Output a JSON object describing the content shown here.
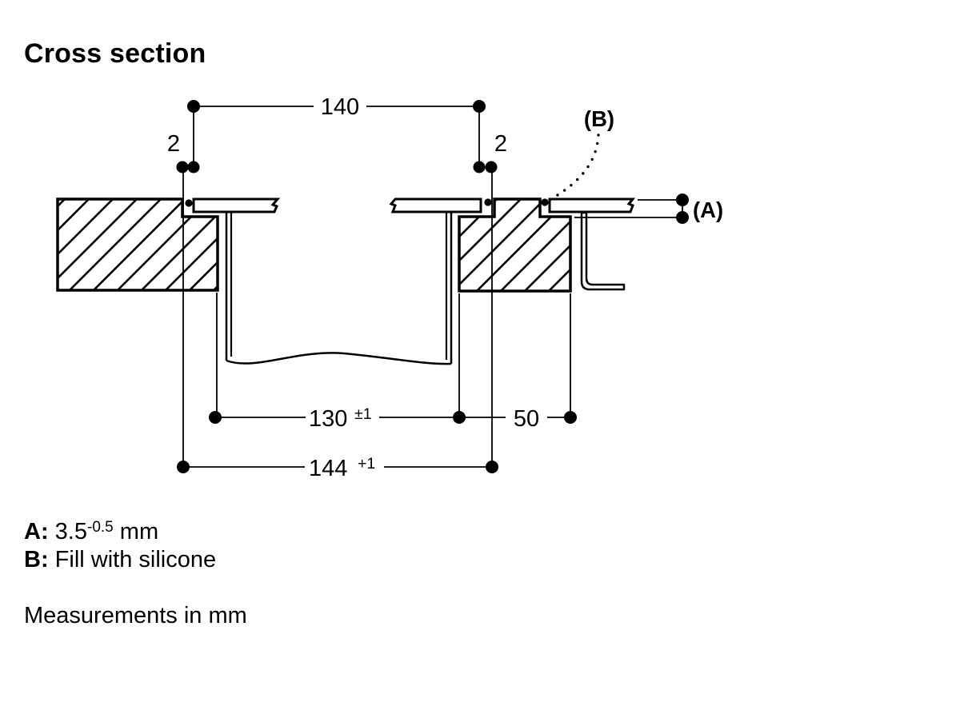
{
  "title": "Cross section",
  "diagram": {
    "dim_top_width": "140",
    "dim_gap_left": "2",
    "dim_gap_right": "2",
    "dim_cutout_width": "130",
    "dim_cutout_tolerance": "±1",
    "dim_side_width": "50",
    "dim_overall_width": "144",
    "dim_overall_tolerance": "+1",
    "callout_a": "(A)",
    "callout_b": "(B)"
  },
  "legend": {
    "a_key": "A:",
    "a_value": "3.5",
    "a_tolerance": "-0.5",
    "a_unit": " mm",
    "b_key": "B:",
    "b_text": " Fill with silicone",
    "footer": "Measurements in mm"
  },
  "colors": {
    "line": "#000000",
    "background": "#ffffff"
  }
}
